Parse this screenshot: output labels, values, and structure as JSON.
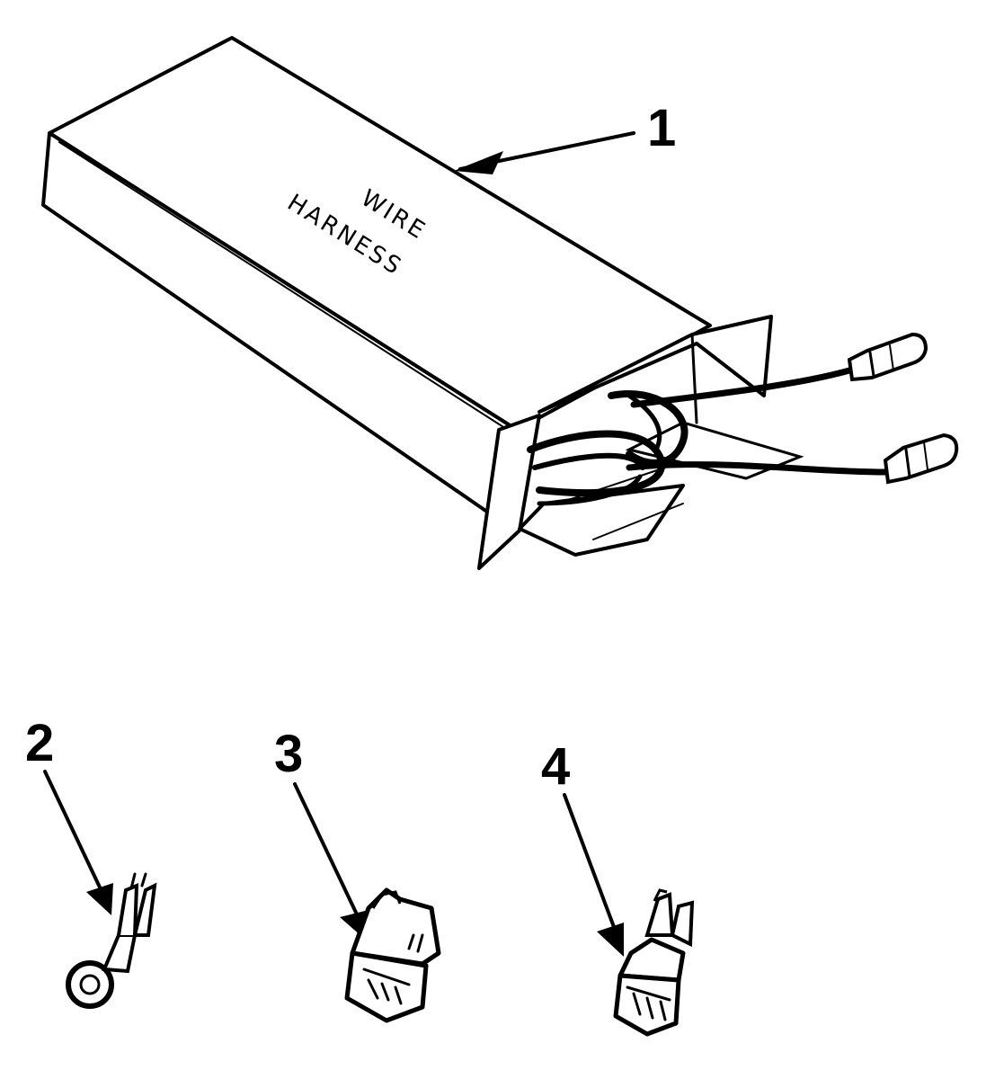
{
  "box": {
    "label_line1": "WIRE",
    "label_line2": "HARNESS"
  },
  "callouts": [
    {
      "number": "1",
      "part": "wire-harness-kit"
    },
    {
      "number": "2",
      "part": "ring-terminal"
    },
    {
      "number": "3",
      "part": "flag-terminal"
    },
    {
      "number": "4",
      "part": "quick-disconnect-terminal"
    }
  ]
}
